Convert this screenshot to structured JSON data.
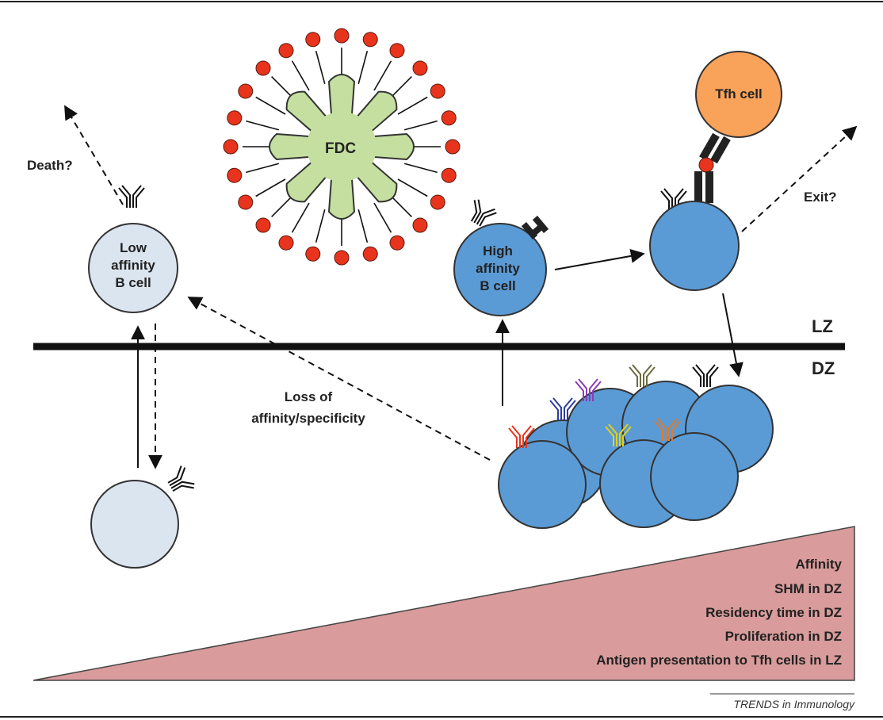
{
  "diagram": {
    "fdc_label": "FDC",
    "tfh_label": "Tfh cell",
    "low_cell_label": [
      "Low",
      "affinity",
      "B cell"
    ],
    "high_cell_label": [
      "High",
      "affinity",
      "B cell"
    ],
    "death_label": "Death?",
    "exit_label": "Exit?",
    "loss_label": [
      "Loss of",
      "affinity/specificity"
    ],
    "zone_lz": "LZ",
    "zone_dz": "DZ",
    "wedge_labels": [
      "Affinity",
      "SHM in DZ",
      "Residency time in DZ",
      "Proliferation in DZ",
      "Antigen presentation to Tfh cells in LZ"
    ],
    "credit": "TRENDS in Immunology"
  },
  "colors": {
    "fdc_fill": "#c5dfa0",
    "antigen_red": "#e8341c",
    "tfh_orange": "#f9a25a",
    "b_cell_blue": "#5b9bd5",
    "low_cell_fill": "#dbe5f0",
    "wedge_fill": "#d99b9b",
    "antibody_colors": [
      "#e8341c",
      "#2e3c9e",
      "#8a3db8",
      "#6b6b3f",
      "#e0d21a",
      "#e07a2a"
    ]
  }
}
